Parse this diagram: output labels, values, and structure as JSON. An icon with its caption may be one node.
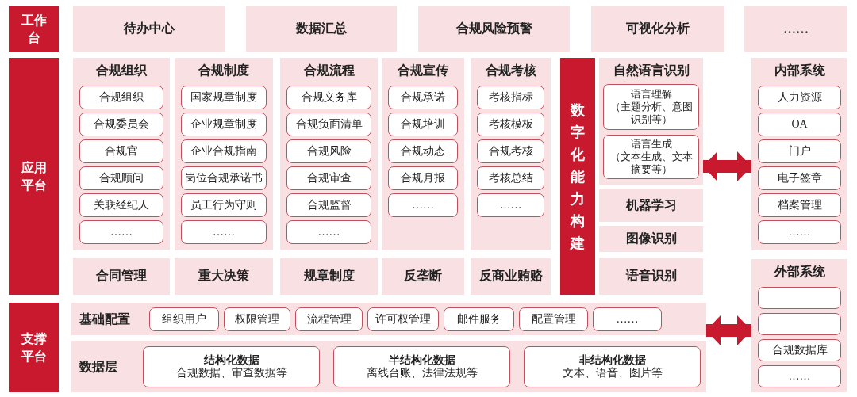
{
  "diagram": {
    "nodes": [
      {
        "text": [
          "工作台"
        ]
      },
      {
        "text": [
          "待办中心"
        ]
      },
      {
        "text": [
          "数据汇总"
        ]
      },
      {
        "text": [
          "合规风险预警"
        ]
      },
      {
        "text": [
          "可视化分析"
        ]
      },
      {
        "text": [
          "……"
        ]
      },
      {
        "text": [
          "应用平台"
        ]
      },
      {
        "text": [
          "合规组织"
        ]
      },
      {
        "text": [
          "合规组织"
        ],
        "in": 7
      },
      {
        "text": [
          "合规委员会"
        ],
        "in": 7
      },
      {
        "text": [
          "合规官"
        ],
        "in": 7
      },
      {
        "text": [
          "合规顾问"
        ],
        "in": 7
      },
      {
        "text": [
          "关联经纪人"
        ],
        "in": 7
      },
      {
        "text": [
          "……"
        ],
        "in": 7
      },
      {
        "text": [
          "合规制度"
        ]
      },
      {
        "text": [
          "国家规章制度"
        ],
        "in": 14
      },
      {
        "text": [
          "企业规章制度"
        ],
        "in": 14
      },
      {
        "text": [
          "企业合规指南"
        ],
        "in": 14
      },
      {
        "text": [
          "岗位合规承诺书"
        ],
        "in": 14
      },
      {
        "text": [
          "员工行为守则"
        ],
        "in": 14
      },
      {
        "text": [
          "……"
        ],
        "in": 14
      },
      {
        "text": [
          "合规流程"
        ]
      },
      {
        "text": [
          "合规义务库"
        ],
        "in": 21
      },
      {
        "text": [
          "合规负面清单"
        ],
        "in": 21
      },
      {
        "text": [
          "合规风险"
        ],
        "in": 21
      },
      {
        "text": [
          "合规审查"
        ],
        "in": 21
      },
      {
        "text": [
          "合规监督"
        ],
        "in": 21
      },
      {
        "text": [
          "……"
        ],
        "in": 21
      },
      {
        "text": [
          "合规宣传"
        ]
      },
      {
        "text": [
          "合规承诺"
        ],
        "in": 28
      },
      {
        "text": [
          "合规培训"
        ],
        "in": 28
      },
      {
        "text": [
          "合规动态"
        ],
        "in": 28
      },
      {
        "text": [
          "合规月报"
        ],
        "in": 28
      },
      {
        "text": [
          "……"
        ],
        "in": 28
      },
      {
        "text": [
          "合规考核"
        ]
      },
      {
        "text": [
          "考核指标"
        ],
        "in": 34
      },
      {
        "text": [
          "考核模板"
        ],
        "in": 34
      },
      {
        "text": [
          "合规考核"
        ],
        "in": 34
      },
      {
        "text": [
          "考核总结"
        ],
        "in": 34
      },
      {
        "text": [
          "……"
        ],
        "in": 34
      },
      {
        "text": [
          "数字化能力构建"
        ]
      },
      {
        "text": [
          "自然语言识别"
        ]
      },
      {
        "text": [
          "语言理解",
          "（主题分析、意图识别等）"
        ],
        "in": 41
      },
      {
        "text": [
          "语言生成",
          "（文本生成、文本摘要等）"
        ],
        "in": 41
      },
      {
        "text": [
          "机器学习"
        ]
      },
      {
        "text": [
          "图像识别"
        ]
      },
      {
        "text": [
          "语音识别"
        ]
      },
      {
        "text": [
          "内部系统"
        ]
      },
      {
        "text": [
          "人力资源"
        ],
        "in": 47
      },
      {
        "text": [
          "OA"
        ],
        "in": 47
      },
      {
        "text": [
          "门户"
        ],
        "in": 47
      },
      {
        "text": [
          "电子签章"
        ],
        "in": 47
      },
      {
        "text": [
          "档案管理"
        ],
        "in": 47
      },
      {
        "text": [
          "……"
        ],
        "in": 47
      },
      {
        "text": [
          "合同管理"
        ]
      },
      {
        "text": [
          "重大决策"
        ]
      },
      {
        "text": [
          "规章制度"
        ]
      },
      {
        "text": [
          "反垄断"
        ]
      },
      {
        "text": [
          "反商业贿赂"
        ]
      },
      {
        "text": [
          "外部系统"
        ]
      },
      {
        "text": [],
        "shape": "box",
        "in": 59
      },
      {
        "text": [],
        "shape": "box",
        "in": 59
      },
      {
        "text": [
          "合规数据库"
        ],
        "in": 59
      },
      {
        "text": [
          "……"
        ],
        "in": 59
      },
      {
        "text": [
          "支撑平台"
        ]
      },
      {
        "text": [
          "基础配置"
        ]
      },
      {
        "text": [
          "组织用户"
        ],
        "in": 65
      },
      {
        "text": [
          "权限管理"
        ],
        "in": 65
      },
      {
        "text": [
          "流程管理"
        ],
        "in": 65
      },
      {
        "text": [
          "许可权管理"
        ],
        "in": 65
      },
      {
        "text": [
          "邮件服务"
        ],
        "in": 65
      },
      {
        "text": [
          "配置管理"
        ],
        "in": 65
      },
      {
        "text": [
          "……"
        ],
        "in": 65
      },
      {
        "text": [
          "数据层"
        ]
      },
      {
        "text": [
          "结构化数据",
          "合规数据、审查数据等"
        ],
        "in": 73
      },
      {
        "text": [
          "半结构化数据",
          "离线台账、法律法规等"
        ],
        "in": 73
      },
      {
        "text": [
          "非结构化数据",
          "文本、语音、图片等"
        ],
        "in": 73
      }
    ],
    "edges": [
      {
        "from": 41,
        "to": 47,
        "arrow": "both"
      },
      {
        "from": 65,
        "to": 59,
        "arrow": "both"
      }
    ]
  }
}
